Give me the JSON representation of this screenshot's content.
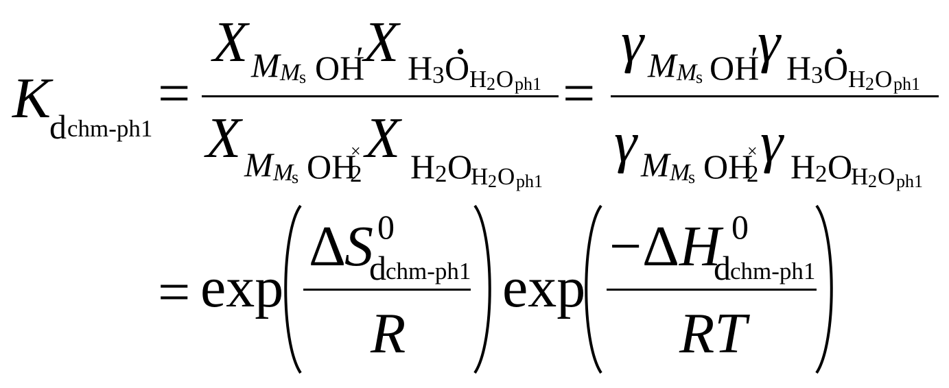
{
  "equation": {
    "lhs": {
      "symbol": "K",
      "sub": "d",
      "subsub": "chm-ph1"
    },
    "eq_sign": "=",
    "frac1": {
      "num": {
        "x1": "X",
        "x1_sub_m": "M",
        "x1_sub_msub": "M",
        "x1_sub_msubsub": "s",
        "x1_sub_oh": "OH",
        "x1_sub_prime": "′",
        "x2": "X",
        "x2_sub_h3o": "H",
        "x2_sub_h3o_3": "3",
        "x2_sub_o": "O",
        "x2_sub_dot": "•",
        "x2_sub_h2o": "H",
        "x2_sub_h2o_2": "2",
        "x2_sub_h2o_o": "O",
        "x2_sub_ph1": "ph1"
      },
      "den": {
        "x1": "X",
        "x1_sub_m": "M",
        "x1_sub_msub": "M",
        "x1_sub_msubsub": "s",
        "x1_sub_oh": "OH",
        "x1_sub_2": "2",
        "x1_sub_cross": "×",
        "x2": "X",
        "x2_sub_h": "H",
        "x2_sub_2": "2",
        "x2_sub_o": "O",
        "x2_sub_h2o": "H",
        "x2_sub_h2o_2": "2",
        "x2_sub_h2o_o": "O",
        "x2_sub_ph1": "ph1"
      }
    },
    "frac2": {
      "num": {
        "g1": "γ",
        "g1_sub_m": "M",
        "g1_sub_msub": "M",
        "g1_sub_msubsub": "s",
        "g1_sub_oh": "OH",
        "g1_sub_prime": "′",
        "g2": "γ",
        "g2_sub_h3o": "H",
        "g2_sub_h3o_3": "3",
        "g2_sub_o": "O",
        "g2_sub_dot": "•",
        "g2_sub_h2o": "H",
        "g2_sub_h2o_2": "2",
        "g2_sub_h2o_o": "O",
        "g2_sub_ph1": "ph1"
      },
      "den": {
        "g1": "γ",
        "g1_sub_m": "M",
        "g1_sub_msub": "M",
        "g1_sub_msubsub": "s",
        "g1_sub_oh": "OH",
        "g1_sub_2": "2",
        "g1_sub_cross": "×",
        "g2": "γ",
        "g2_sub_h": "H",
        "g2_sub_2": "2",
        "g2_sub_o": "O",
        "g2_sub_h2o": "H",
        "g2_sub_h2o_2": "2",
        "g2_sub_h2o_o": "O",
        "g2_sub_ph1": "ph1"
      }
    },
    "line2": {
      "eq_sign": "=",
      "exp1": "exp",
      "frac3": {
        "num_delta": "Δ",
        "num_sym": "S",
        "num_sup": "0",
        "num_sub": "d",
        "num_subsub": "chm-ph1",
        "den": "R"
      },
      "exp2": "exp",
      "frac4": {
        "num_minus": "−",
        "num_delta": "Δ",
        "num_sym": "H",
        "num_sup": "0",
        "num_sub": "d",
        "num_subsub": "chm-ph1",
        "den": "RT"
      }
    }
  }
}
